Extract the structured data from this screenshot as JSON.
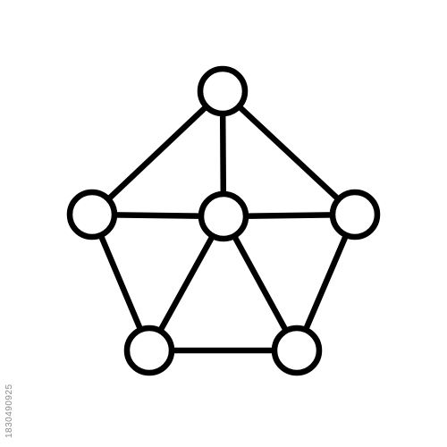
{
  "icon": {
    "name": "network-graph-icon",
    "stroke_color": "#000000",
    "fill_color": "#ffffff",
    "background_color": "#ffffff",
    "nodes": [
      {
        "id": "top",
        "name": "node-top"
      },
      {
        "id": "left",
        "name": "node-left"
      },
      {
        "id": "center",
        "name": "node-center"
      },
      {
        "id": "right",
        "name": "node-right"
      },
      {
        "id": "bottom_left",
        "name": "node-bottom-left"
      },
      {
        "id": "bottom_right",
        "name": "node-bottom-right"
      }
    ],
    "edges": [
      [
        "top",
        "left"
      ],
      [
        "top",
        "right"
      ],
      [
        "left",
        "bottom_left"
      ],
      [
        "right",
        "bottom_right"
      ],
      [
        "bottom_left",
        "bottom_right"
      ],
      [
        "left",
        "center"
      ],
      [
        "center",
        "right"
      ],
      [
        "center",
        "bottom_left"
      ],
      [
        "center",
        "bottom_right"
      ],
      [
        "top",
        "center"
      ]
    ]
  },
  "watermark": {
    "id_text": "1830490925"
  }
}
